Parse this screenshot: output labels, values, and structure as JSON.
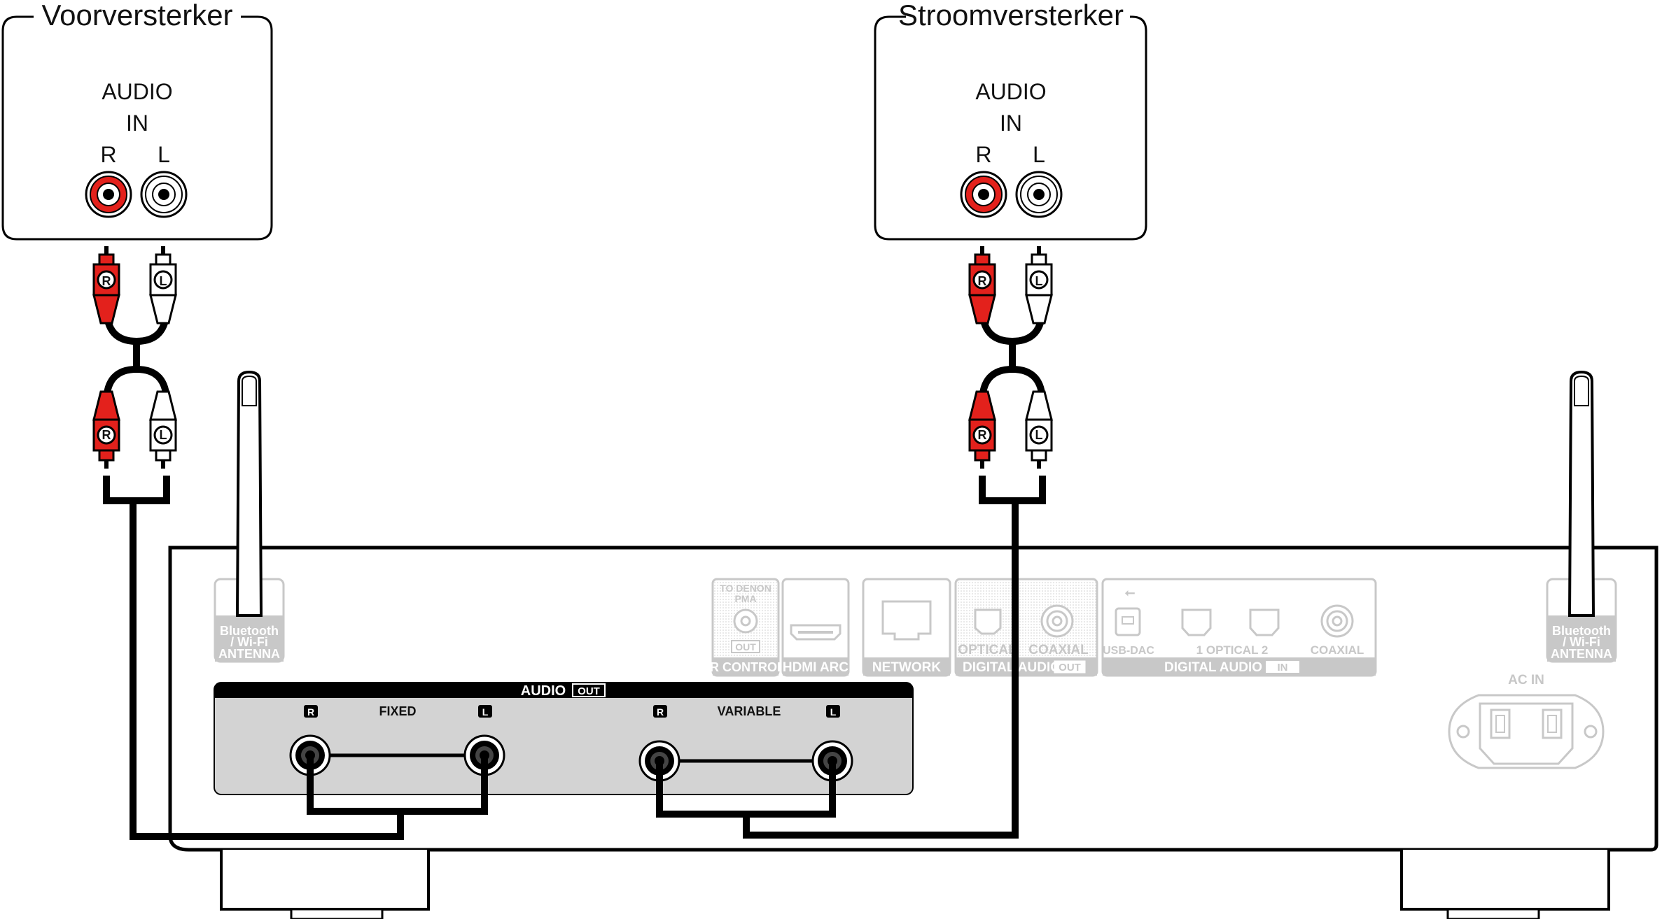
{
  "preamp": {
    "title": "Voorversterker",
    "audio": "AUDIO",
    "in": "IN",
    "r": "R",
    "l": "L"
  },
  "poweramp": {
    "title": "Stroomversterker",
    "audio": "AUDIO",
    "in": "IN",
    "r": "R",
    "l": "L"
  },
  "plug": {
    "r": "R",
    "l": "L"
  },
  "device": {
    "antenna_label": [
      "Bluetooth",
      "/ Wi-Fi",
      "ANTENNA"
    ],
    "audio_out_title": "AUDIO",
    "audio_out_tag": "OUT",
    "fixed": "FIXED",
    "variable": "VARIABLE",
    "ch_r": "R",
    "ch_l": "L",
    "ir_top": [
      "TO DENON",
      "PMA"
    ],
    "ir_out": "OUT",
    "ir_control": "IR CONTROL",
    "hdmi_arc": "HDMI ARC",
    "network": "NETWORK",
    "optical": "OPTICAL",
    "coaxial": "COAXIAL",
    "digital_audio": "DIGITAL AUDIO",
    "digital_out_tag": "OUT",
    "usb_dac": "USB-DAC",
    "optical_in": "1  OPTICAL  2",
    "coaxial_in": "COAXIAL",
    "digital_audio_in": "DIGITAL AUDIO",
    "digital_in_tag": "IN",
    "ac_in": "AC IN"
  },
  "colors": {
    "red": "#e3211c",
    "black": "#000000",
    "grey": "#c8c8c8",
    "panel": "#d3d3d3"
  }
}
